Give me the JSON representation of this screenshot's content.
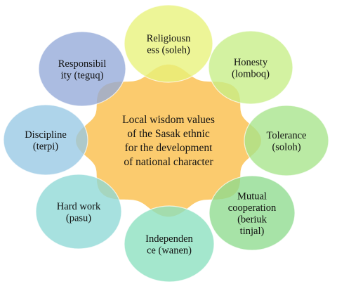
{
  "center": {
    "lines": [
      "Local wisdom values",
      "of the Sasak ethnic",
      "for the development",
      "of national character"
    ],
    "color": "#FBCB6E"
  },
  "nodes": [
    {
      "id": "religiousness",
      "lines": [
        "Religiousn",
        "ess (soleh)"
      ],
      "color": "#E8F27A"
    },
    {
      "id": "honesty",
      "lines": [
        "Honesty",
        "(lomboq)"
      ],
      "color": "#C7EE86"
    },
    {
      "id": "tolerance",
      "lines": [
        "Tolerance",
        "(soloh)"
      ],
      "color": "#A7E48A"
    },
    {
      "id": "mutual-cooperation",
      "lines": [
        "Mutual",
        "cooperation",
        "(beriuk",
        "tinjal)"
      ],
      "color": "#8EDB8E"
    },
    {
      "id": "independence",
      "lines": [
        "Independen",
        "ce (wanen)"
      ],
      "color": "#8BE0BF"
    },
    {
      "id": "hard-work",
      "lines": [
        "Hard work",
        "(pasu)"
      ],
      "color": "#8ED8D6"
    },
    {
      "id": "discipline",
      "lines": [
        "Discipline",
        "(terpi)"
      ],
      "color": "#97C8E4"
    },
    {
      "id": "responsibility",
      "lines": [
        "Responsibil",
        "ity (teguq)"
      ],
      "color": "#94A9D8"
    }
  ]
}
